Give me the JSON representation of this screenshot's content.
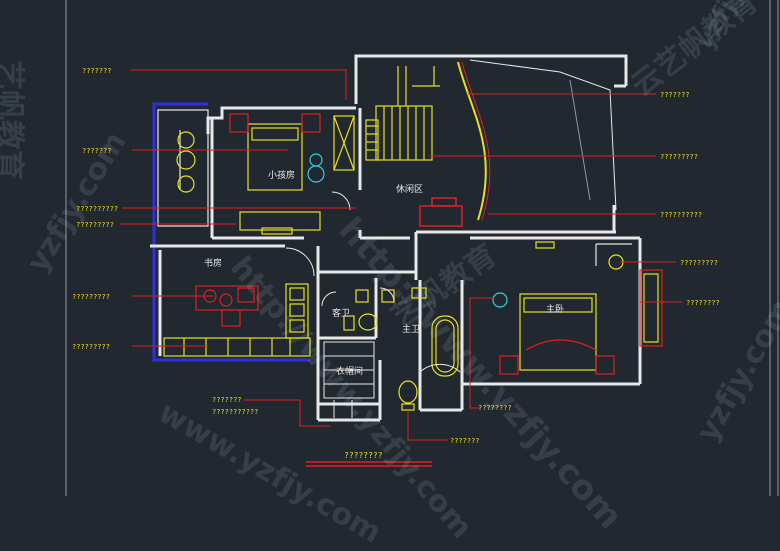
{
  "rooms": {
    "kids_room": "小孩房",
    "lounge": "休闲区",
    "study": "书房",
    "guest_bath": "客卫",
    "master_bath": "主卫",
    "master_bedroom": "主卧",
    "closet": "衣帽间"
  },
  "callouts": [
    "???????",
    "???????",
    "??????????",
    "?????????",
    "?????????",
    "?????????",
    "???????",
    "???????????",
    "???????",
    "?????????",
    "??????????",
    "?????????",
    "????????",
    "????????"
  ],
  "bottom_title": "????????",
  "watermarks": {
    "domain": "www.yzfjy.com",
    "url": "http://www.yzfjy.com",
    "brand": "艺帆教育",
    "brand_alt": "云艺帆教育",
    "short": "yzfjy.com"
  },
  "colors": {
    "background": "#212830",
    "wall": "#e8e8e8",
    "leader": "#e02020",
    "furniture": "#e8e020",
    "accent_blue": "#3030e0",
    "accent_cyan": "#30d0e0",
    "accent_magenta": "#d030d0",
    "label_text": "#e8e020"
  }
}
